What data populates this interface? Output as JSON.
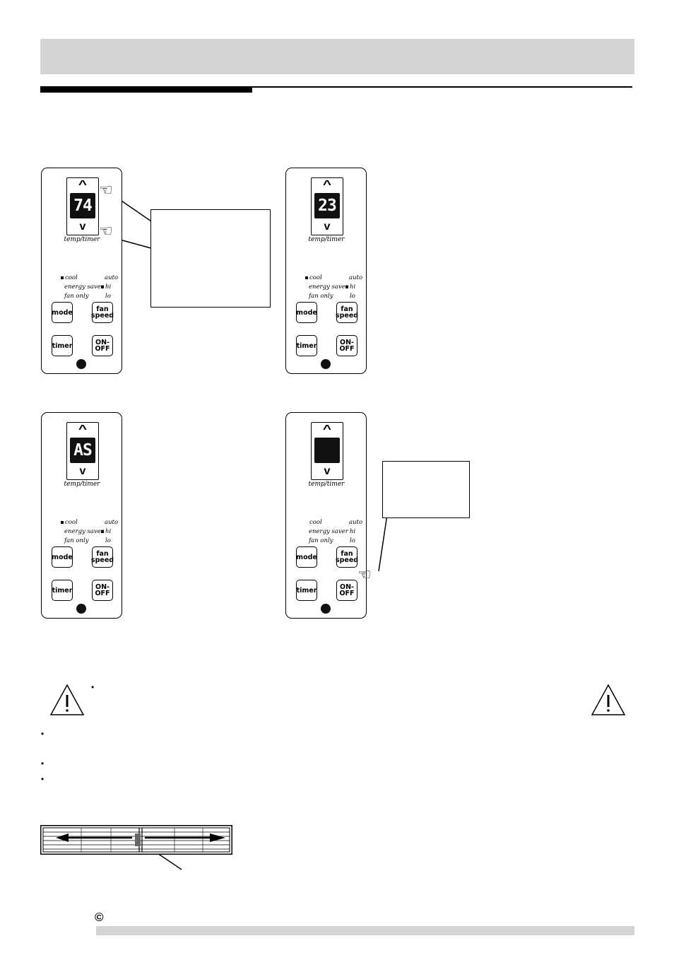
{
  "footer": {
    "copyright_symbol": "©"
  },
  "icons": {
    "warning": "warning-triangle-icon",
    "pointer": "pointing-hand-icon"
  },
  "panels": [
    {
      "display": "74",
      "up": "^",
      "down": "v",
      "label": "temp/timer",
      "modes": {
        "cool": "cool",
        "energy_saver": "energy saver",
        "fan_only": "fan only",
        "auto": "auto",
        "hi": "hi",
        "lo": "lo"
      },
      "buttons": {
        "mode": "mode",
        "fan_speed_1": "fan",
        "fan_speed_2": "speed",
        "timer": "timer",
        "onoff_1": "ON-",
        "onoff_2": "OFF"
      }
    },
    {
      "display": "23",
      "up": "^",
      "down": "v",
      "label": "temp/timer",
      "modes": {
        "cool": "cool",
        "energy_saver": "energy saver",
        "fan_only": "fan only",
        "auto": "auto",
        "hi": "hi",
        "lo": "lo"
      },
      "buttons": {
        "mode": "mode",
        "fan_speed_1": "fan",
        "fan_speed_2": "speed",
        "timer": "timer",
        "onoff_1": "ON-",
        "onoff_2": "OFF"
      }
    },
    {
      "display": "AS",
      "up": "^",
      "down": "v",
      "label": "temp/timer",
      "modes": {
        "cool": "cool",
        "energy_saver": "energy saver",
        "fan_only": "fan only",
        "auto": "auto",
        "hi": "hi",
        "lo": "lo"
      },
      "buttons": {
        "mode": "mode",
        "fan_speed_1": "fan",
        "fan_speed_2": "speed",
        "timer": "timer",
        "onoff_1": "ON-",
        "onoff_2": "OFF"
      }
    },
    {
      "display": "",
      "up": "^",
      "down": "v",
      "label": "temp/timer",
      "modes": {
        "cool": "cool",
        "energy_saver": "energy saver",
        "fan_only": "fan only",
        "auto": "auto",
        "hi": "hi",
        "lo": "lo"
      },
      "buttons": {
        "mode": "mode",
        "fan_speed_1": "fan",
        "fan_speed_2": "speed",
        "timer": "timer",
        "onoff_1": "ON-",
        "onoff_2": "OFF"
      }
    }
  ],
  "bullets": [
    "•",
    "•",
    "•",
    "•"
  ]
}
